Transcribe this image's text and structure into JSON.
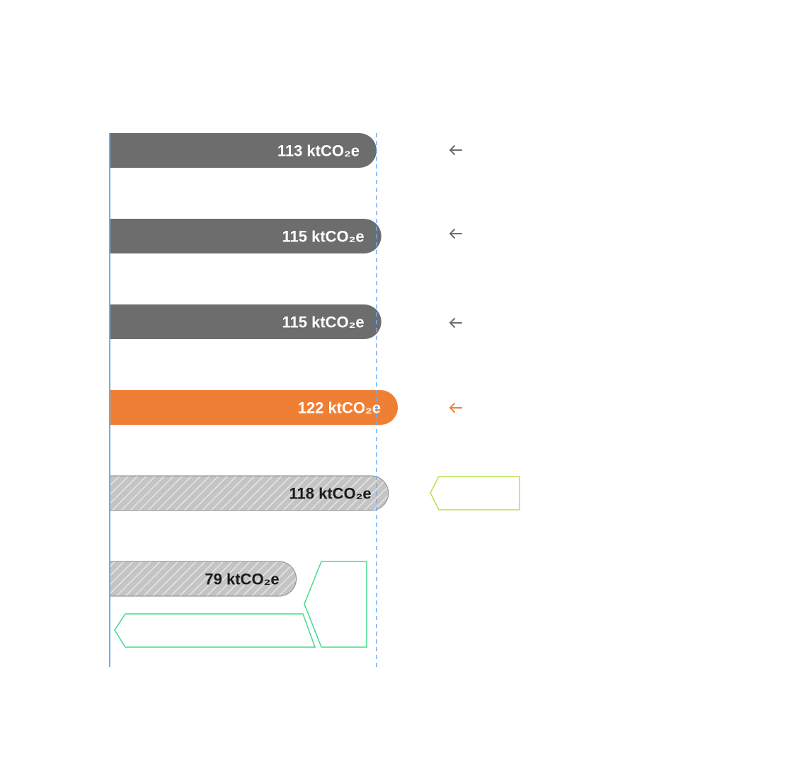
{
  "chart_data": {
    "type": "bar",
    "orientation": "horizontal",
    "unit": "ktCO₂e",
    "values": [
      113,
      115,
      115,
      122,
      118,
      79
    ],
    "labels": [
      "113 ktCO₂e",
      "115 ktCO₂e",
      "115 ktCO₂e",
      "122 ktCO₂e",
      "118 ktCO₂e",
      "79 ktCO₂e"
    ],
    "bar_styles": [
      "solid",
      "solid",
      "solid",
      "highlight",
      "hatched",
      "hatched"
    ],
    "reference_line_value": 113,
    "colors": {
      "solid": "#6d6d6d",
      "highlight": "#f07f36",
      "hatched_fill": "#c4c4c4",
      "hatched_stripe": "#e6e6e6",
      "hatched_stroke": "#8a8a8a",
      "axis": "#6aaef0",
      "reference_line": "#6aaef0",
      "arrow_default": "#6d6d6d",
      "arrow_highlight": "#f07f36",
      "annotation_outline_lime": "#b6e04c",
      "annotation_outline_green": "#41db8a",
      "label_light": "#ffffff",
      "label_dark": "#1a1a1a"
    },
    "icons": [
      "arrow-left-icon",
      "arrow-left-icon",
      "arrow-left-icon",
      "arrow-left-icon"
    ]
  }
}
